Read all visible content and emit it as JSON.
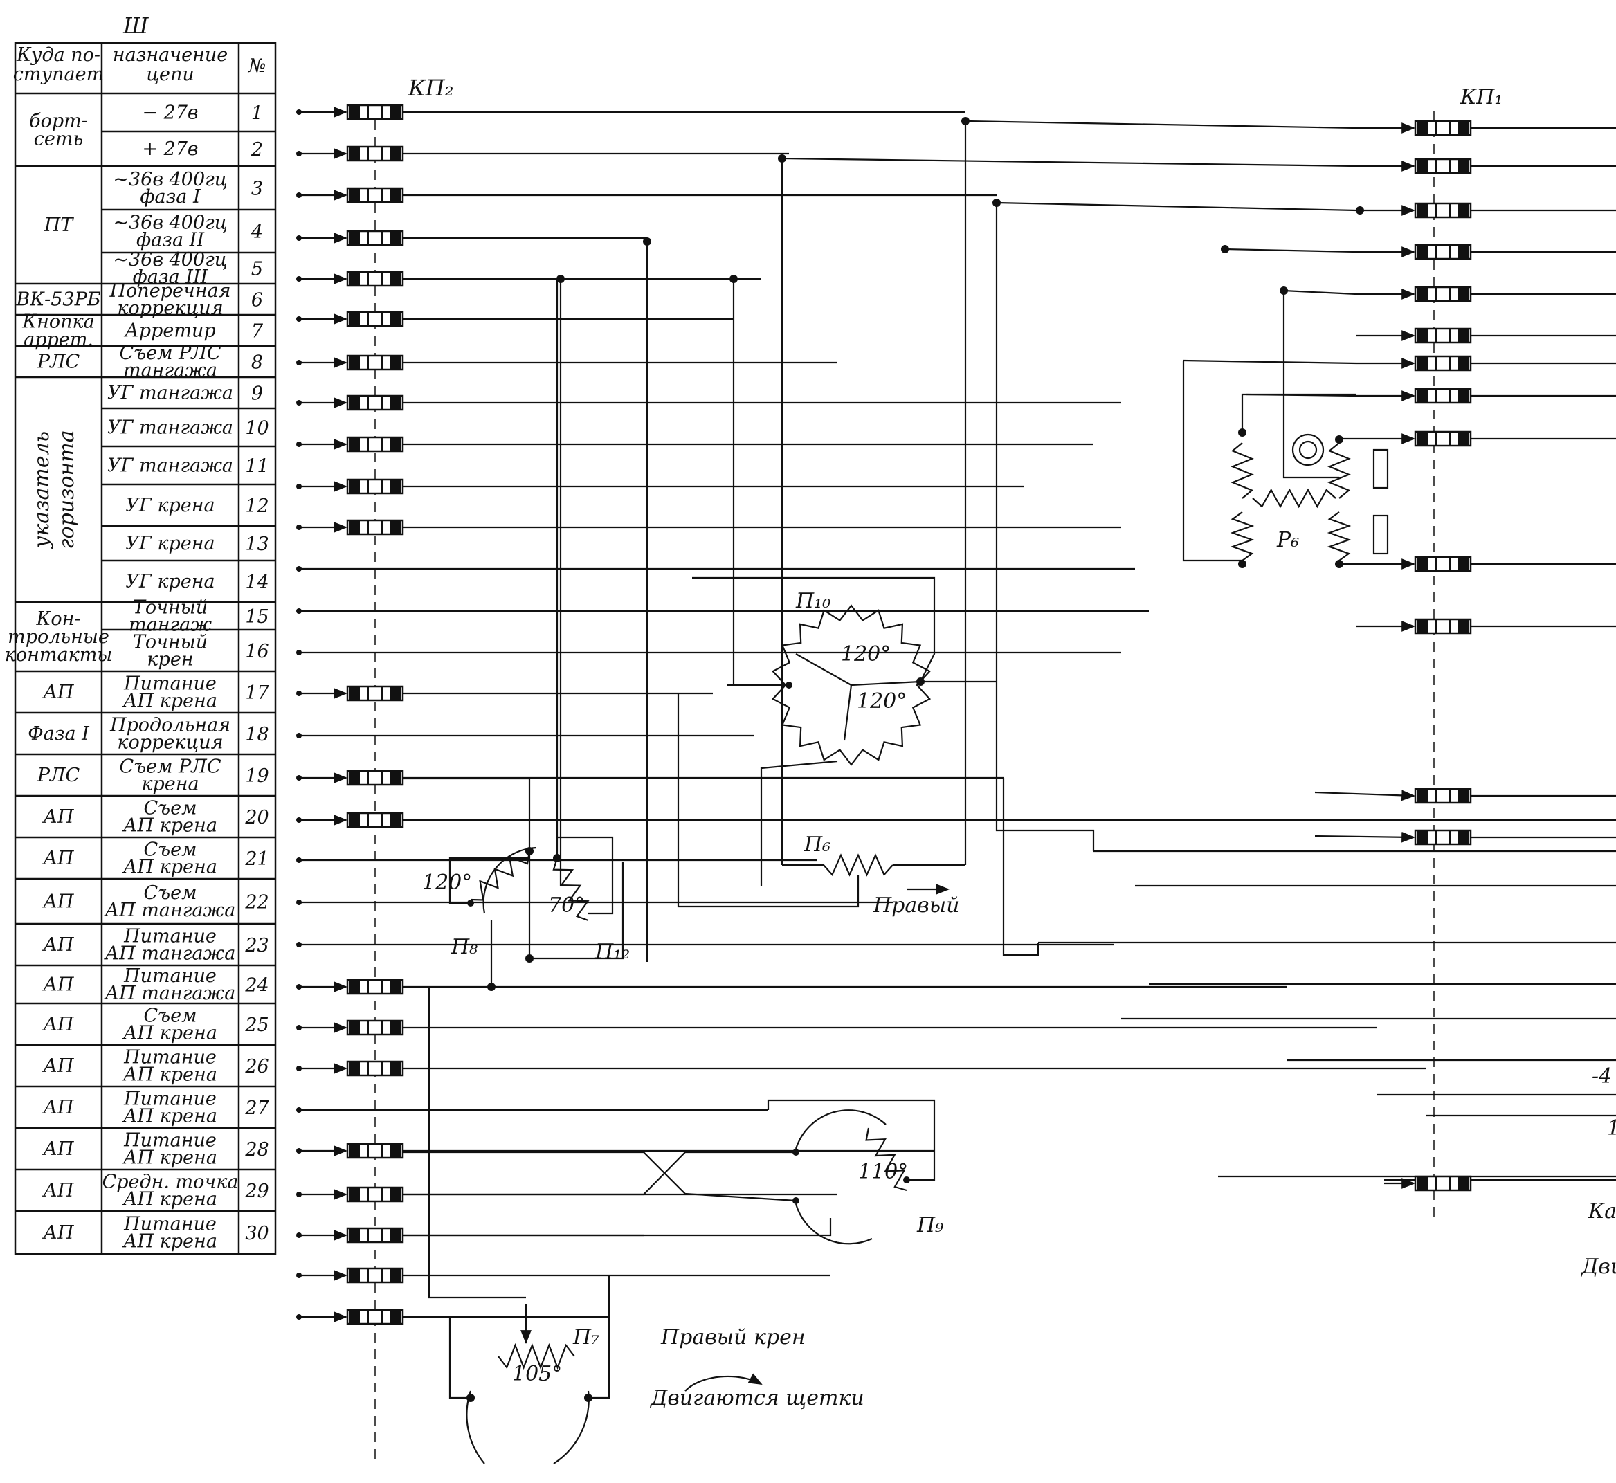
{
  "header": {
    "connector": "Ш"
  },
  "table": {
    "col_dest": [
      "Куда по-",
      "ступает"
    ],
    "col_purpose": [
      "назначение",
      "цепи"
    ],
    "col_no": "№",
    "groups": [
      {
        "lines": [
          "борт-",
          "сеть"
        ]
      },
      {
        "lines": [
          "ПТ"
        ]
      },
      {
        "lines": [
          "ВК-53РБ"
        ]
      },
      {
        "lines": [
          "Кнопка",
          "аррет."
        ]
      },
      {
        "lines": [
          "РЛС"
        ]
      },
      {
        "lines": [
          "указатель",
          "горизонта"
        ]
      },
      {
        "lines": [
          "Кон-",
          "трольные",
          "контакты"
        ]
      },
      {
        "lines": [
          "АП"
        ]
      },
      {
        "lines": [
          "Фаза I"
        ]
      },
      {
        "lines": [
          "РЛС"
        ]
      },
      {
        "lines": [
          "АП"
        ]
      },
      {
        "lines": [
          "АП"
        ]
      },
      {
        "lines": [
          "АП"
        ]
      },
      {
        "lines": [
          "АП"
        ]
      },
      {
        "lines": [
          "АП"
        ]
      },
      {
        "lines": [
          "АП"
        ]
      },
      {
        "lines": [
          "АП"
        ]
      },
      {
        "lines": [
          "АП"
        ]
      },
      {
        "lines": [
          "АП"
        ]
      },
      {
        "lines": [
          "АП"
        ]
      },
      {
        "lines": [
          "АП"
        ]
      }
    ],
    "rows": [
      {
        "no": "1",
        "purpose": [
          "− 27в"
        ]
      },
      {
        "no": "2",
        "purpose": [
          "+ 27в"
        ]
      },
      {
        "no": "3",
        "purpose": [
          "~36в 400гц",
          "фаза I"
        ]
      },
      {
        "no": "4",
        "purpose": [
          "~36в 400гц",
          "фаза II"
        ]
      },
      {
        "no": "5",
        "purpose": [
          "~36в 400гц",
          "фаза III"
        ]
      },
      {
        "no": "6",
        "purpose": [
          "Поперечная",
          "коррекция"
        ]
      },
      {
        "no": "7",
        "purpose": [
          "Арретир"
        ]
      },
      {
        "no": "8",
        "purpose": [
          "Съем РЛС",
          "тангажа"
        ]
      },
      {
        "no": "9",
        "purpose": [
          "УГ тангажа"
        ]
      },
      {
        "no": "10",
        "purpose": [
          "УГ тангажа"
        ]
      },
      {
        "no": "11",
        "purpose": [
          "УГ тангажа"
        ]
      },
      {
        "no": "12",
        "purpose": [
          "УГ крена"
        ]
      },
      {
        "no": "13",
        "purpose": [
          "УГ крена"
        ]
      },
      {
        "no": "14",
        "purpose": [
          "УГ крена"
        ]
      },
      {
        "no": "15",
        "purpose": [
          "Точный",
          "тангаж"
        ]
      },
      {
        "no": "16",
        "purpose": [
          "Точный",
          "крен"
        ]
      },
      {
        "no": "17",
        "purpose": [
          "Питание",
          "АП крена"
        ]
      },
      {
        "no": "18",
        "purpose": [
          "Продольная",
          "коррекция"
        ]
      },
      {
        "no": "19",
        "purpose": [
          "Съем РЛС",
          "крена"
        ]
      },
      {
        "no": "20",
        "purpose": [
          "Съем",
          "АП крена"
        ]
      },
      {
        "no": "21",
        "purpose": [
          "Съем",
          "АП крена"
        ]
      },
      {
        "no": "22",
        "purpose": [
          "Съем",
          "АП тангажа"
        ]
      },
      {
        "no": "23",
        "purpose": [
          "Питание",
          "АП тангажа"
        ]
      },
      {
        "no": "24",
        "purpose": [
          "Питание",
          "АП тангажа"
        ]
      },
      {
        "no": "25",
        "purpose": [
          "Съем",
          "АП крена"
        ]
      },
      {
        "no": "26",
        "purpose": [
          "Питание",
          "АП крена"
        ]
      },
      {
        "no": "27",
        "purpose": [
          "Питание",
          "АП крена"
        ]
      },
      {
        "no": "28",
        "purpose": [
          "Питание",
          "АП крена"
        ]
      },
      {
        "no": "29",
        "purpose": [
          "Средн. точка",
          "АП крена"
        ]
      },
      {
        "no": "30",
        "purpose": [
          "Питание",
          "АП крена"
        ]
      }
    ]
  },
  "labels": {
    "kp2": "КП₂",
    "kp1": "КП₁",
    "p10": "П₁₀",
    "p6": "П₆",
    "p8": "П₈",
    "p12": "П₁₂",
    "p9": "П₉",
    "p7": "П₇",
    "r6": "Р₆",
    "right": "Правый",
    "right_roll": "Правый крен",
    "brushes_move": "Двигаются щетки",
    "edge_ka": "Ка",
    "edge_dvi": "Дви",
    "edge_1": "1",
    "edge_4": "-4"
  },
  "angles": {
    "a120_1": "120°",
    "a120_2": "120°",
    "a120_3": "120°",
    "a70": "70°",
    "a110": "110°",
    "a105": "105°"
  }
}
